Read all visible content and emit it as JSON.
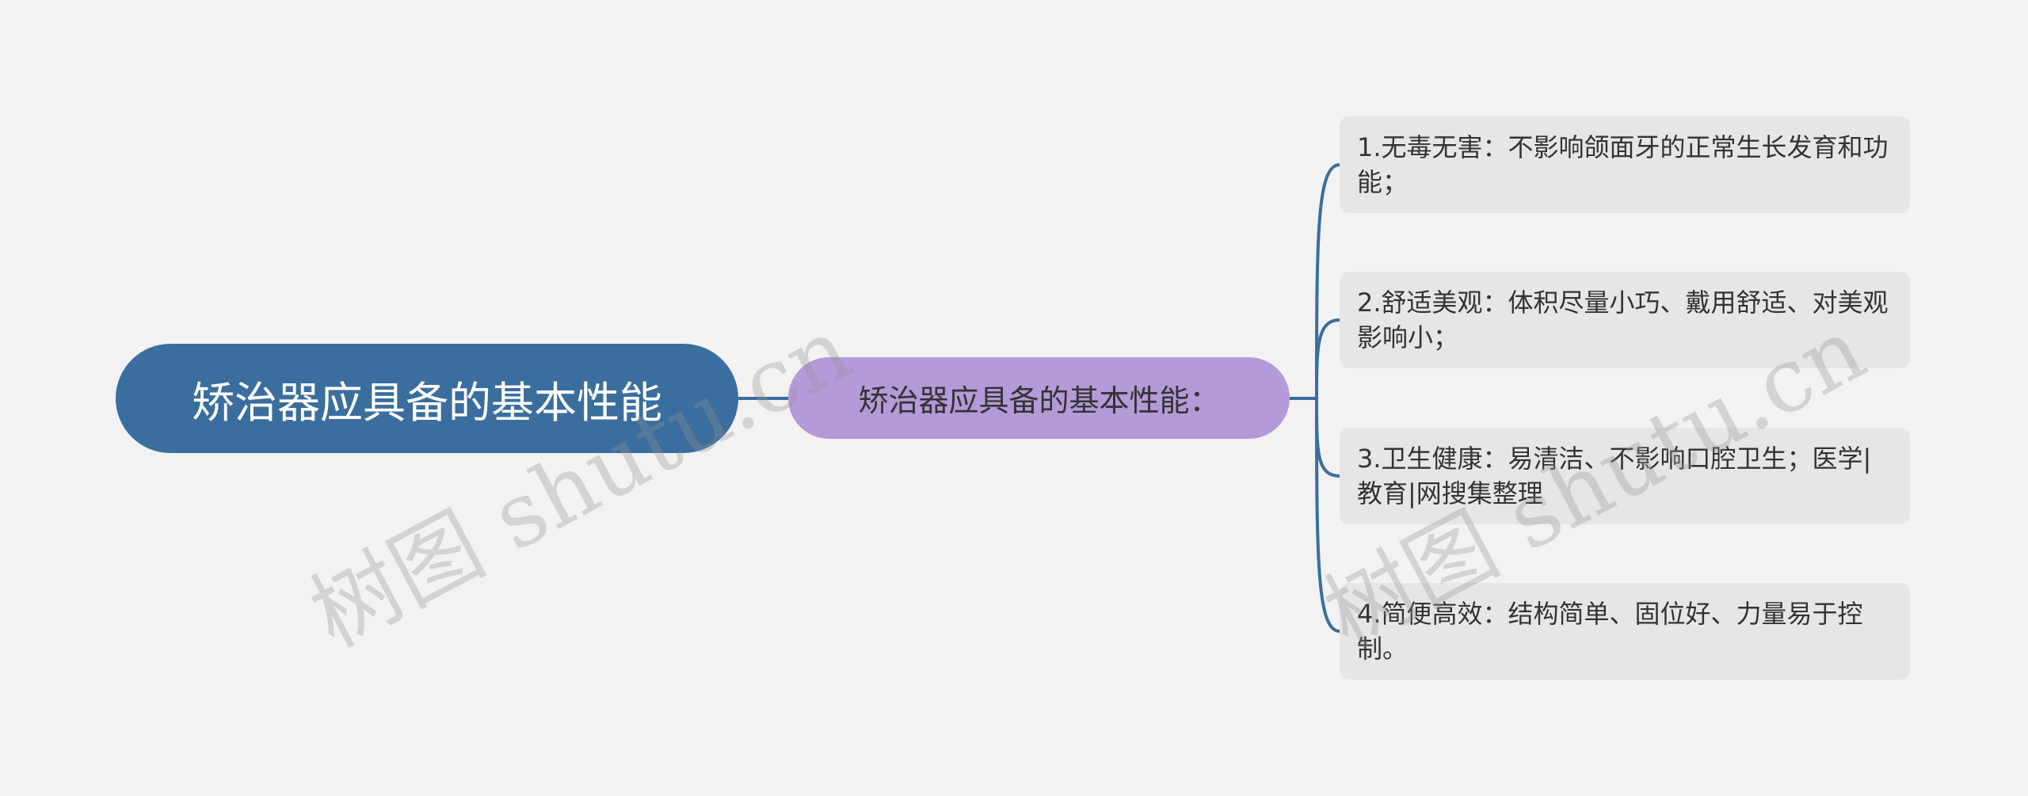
{
  "root": {
    "label": "矫治器应具备的基本性能"
  },
  "branch": {
    "label": "矫治器应具备的基本性能："
  },
  "leaves": [
    {
      "text": "1.无毒无害：不影响颌面牙的正常生长发育和功能；"
    },
    {
      "text": "2.舒适美观：体积尽量小巧、戴用舒适、对美观影响小；"
    },
    {
      "text": "3.卫生健康：易清洁、不影响口腔卫生；医学|教育|网搜集整理"
    },
    {
      "text": "4.简便高效：结构简单、固位好、力量易于控制。"
    }
  ],
  "watermark": {
    "text": "树图 shutu.cn"
  },
  "colors": {
    "background": "#f2f2f2",
    "root_fill": "#3a6e9e",
    "branch_fill": "#b49ad8",
    "leaf_fill": "#e6e6e6",
    "connector": "#3a6e9e"
  }
}
